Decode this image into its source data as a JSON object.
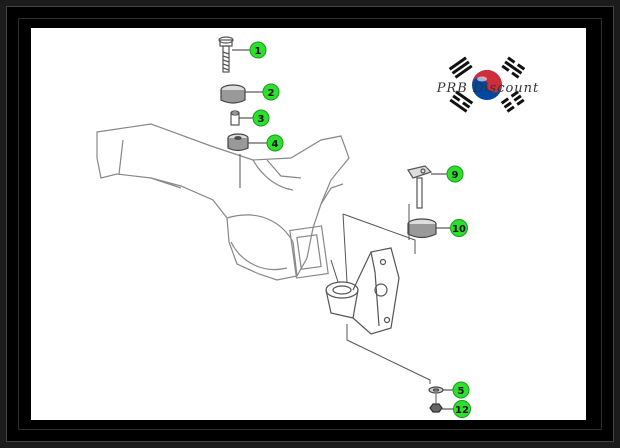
{
  "logo": {
    "text": "PRB Discount",
    "flag_colors": {
      "red": "#cd2e3a",
      "blue": "#0047a0",
      "black": "#111111"
    }
  },
  "callouts": [
    {
      "number": "1"
    },
    {
      "number": "2"
    },
    {
      "number": "3"
    },
    {
      "number": "4"
    },
    {
      "number": "9"
    },
    {
      "number": "10"
    },
    {
      "number": "5"
    },
    {
      "number": "12"
    }
  ],
  "colors": {
    "callout_fill": "#2ee02e",
    "callout_stroke": "#1a9a1a",
    "line": "#555555",
    "frame": "#000000",
    "paper": "#ffffff"
  }
}
